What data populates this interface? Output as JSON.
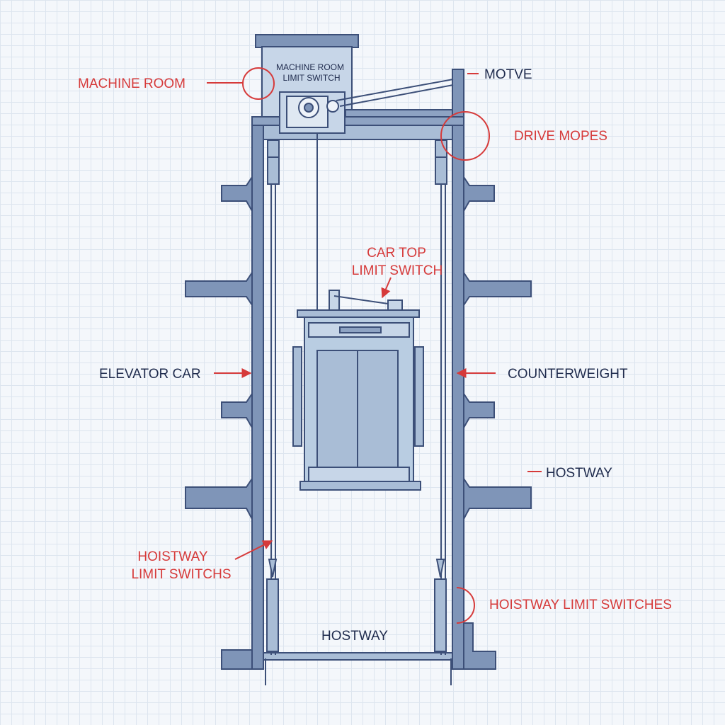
{
  "colors": {
    "structure_fill": "#7f95b8",
    "structure_stroke": "#3c4f78",
    "car_fill": "#b9cde2",
    "accent_red": "#d63a3a",
    "label_navy": "#1f2b4d"
  },
  "labels": {
    "machine_room": "MACHINE ROOM",
    "machine_room_switch_line1": "MACHINE ROOM",
    "machine_room_switch_line2": "LIMIT SWITCH",
    "motve": "MOTVE",
    "drive_mopes": "DRIVE MOPES",
    "car_top_line1": "CAR TOP",
    "car_top_line2": "LIMIT SWITCH",
    "elevator_car": "ELEVATOR CAR",
    "counterweight": "COUNTERWEIGHT",
    "hostway_right": "HOSTWAY",
    "hoistway_left_line1": "HOISTWAY",
    "hoistway_left_line2": "LIMIT SWITCHS",
    "hoistway_right": "HOISTWAY LIMIT SWITCHES",
    "hostway_bottom": "HOSTWAY"
  }
}
